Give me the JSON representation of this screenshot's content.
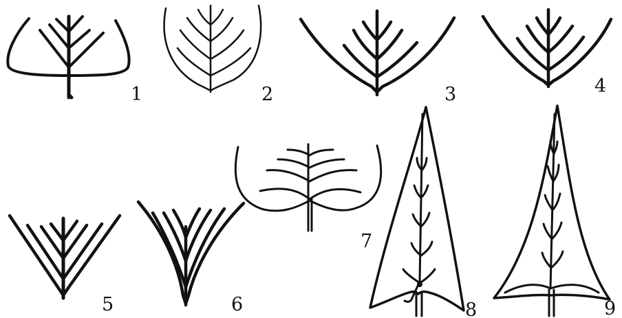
{
  "figure": {
    "ink_color": "#111111",
    "background": "#ffffff",
    "panels": [
      {
        "label": "1",
        "shape": "leaf-base-truncate-with-upturned-margins"
      },
      {
        "label": "2",
        "shape": "leaf-base-rounded"
      },
      {
        "label": "3",
        "shape": "leaf-base-wide-obtuse"
      },
      {
        "label": "4",
        "shape": "leaf-base-obtuse"
      },
      {
        "label": "5",
        "shape": "leaf-base-acute"
      },
      {
        "label": "6",
        "shape": "leaf-base-attenuate"
      },
      {
        "label": "7",
        "shape": "leaf-base-cordate"
      },
      {
        "label": "8",
        "shape": "leaf-base-hastate-narrow"
      },
      {
        "label": "9",
        "shape": "leaf-base-hastate-spread"
      }
    ]
  }
}
